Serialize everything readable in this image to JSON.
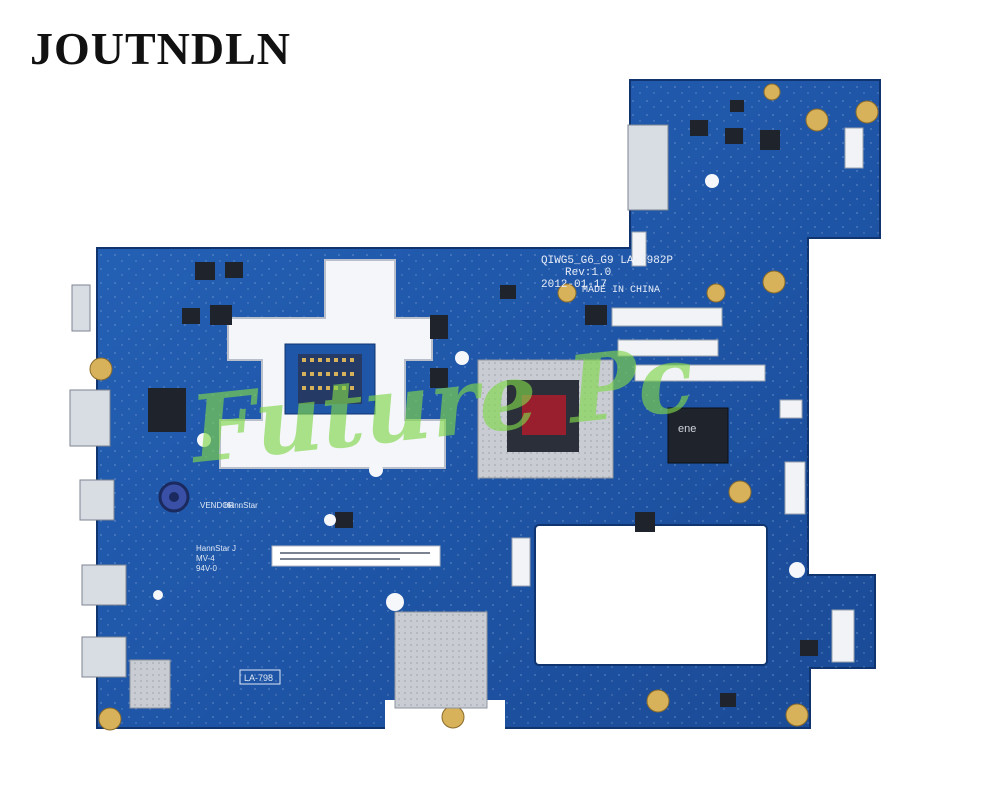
{
  "brand": {
    "name": "JOUTNDLN"
  },
  "board": {
    "model_line": "QIWG5_G6_G9  LA-7982P",
    "revision": "Rev:1.0",
    "date": "2012-01-17",
    "origin": "MADE IN CHINA",
    "vendor_label": "VENDOR",
    "vendor_name": "HannStar",
    "mfr_block": [
      "HannStar J",
      "MV-4",
      "94V-0"
    ],
    "bottom_label": "LA-798",
    "watermark": "Future Pc"
  },
  "colors": {
    "pcb": "#1f56a8",
    "pcb_dark": "#17448a",
    "chip": "#2a2f3a",
    "silver": "#c9cdd3",
    "gold": "#d8b25a",
    "watermark": "#7fd64a"
  }
}
